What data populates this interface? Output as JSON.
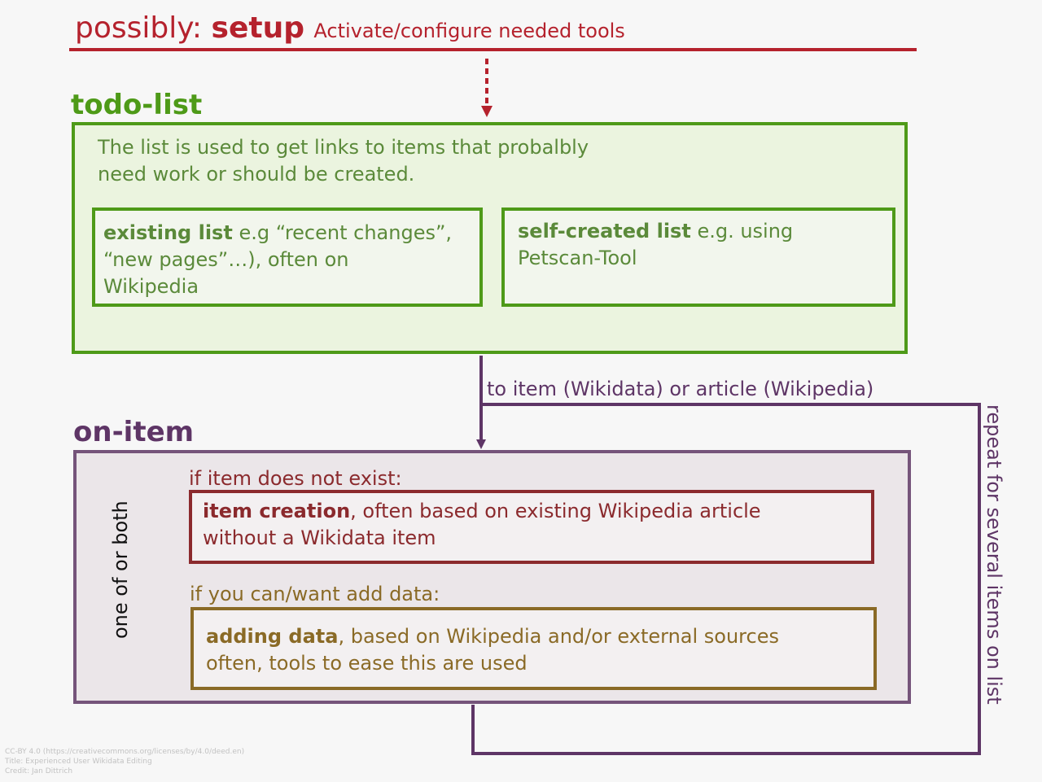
{
  "setup": {
    "prefix": "possibly: ",
    "keyword": "setup",
    "description": "Activate/configure needed tools"
  },
  "todo": {
    "heading": "todo-list",
    "intro_line1": "The list is used to get links to items that probalbly",
    "intro_line2": "need work or should be created.",
    "existing": {
      "bold": "existing list",
      "text_line1": " e.g “recent changes”,",
      "text_line2": "“new pages”…), often on",
      "text_line3": "Wikipedia"
    },
    "self_created": {
      "bold": "self-created list",
      "text_line1": " e.g. using",
      "text_line2": "Petscan-Tool"
    }
  },
  "link_label": "to item (Wikidata) or article (Wikipedia)",
  "repeat_label": "repeat for several items on list",
  "on_item": {
    "heading": "on-item",
    "choice_label": "one of or both",
    "creation": {
      "condition": "if item does not exist:",
      "bold": "item creation",
      "text_line1": ", often based on existing Wikipedia article",
      "text_line2": "without a Wikidata item"
    },
    "adding": {
      "condition": "if you can/want add data:",
      "bold": "adding data",
      "text_line1": ", based on Wikipedia and/or external sources",
      "text_line2": "often, tools to ease this are used"
    }
  },
  "credits": {
    "license": "CC-BY 4.0 (https://creativecommons.org/licenses/by/4.0/deed.en)",
    "title": "Title: Experienced User Wikidata Editing",
    "credit": "Credit: Jan Dittrich"
  },
  "colors": {
    "setup_red": "#b5222d",
    "todo_green": "#4e9a18",
    "onitem_purple": "#75547a",
    "creation_red": "#8b2a2d",
    "adding_gold": "#8a6a26"
  }
}
